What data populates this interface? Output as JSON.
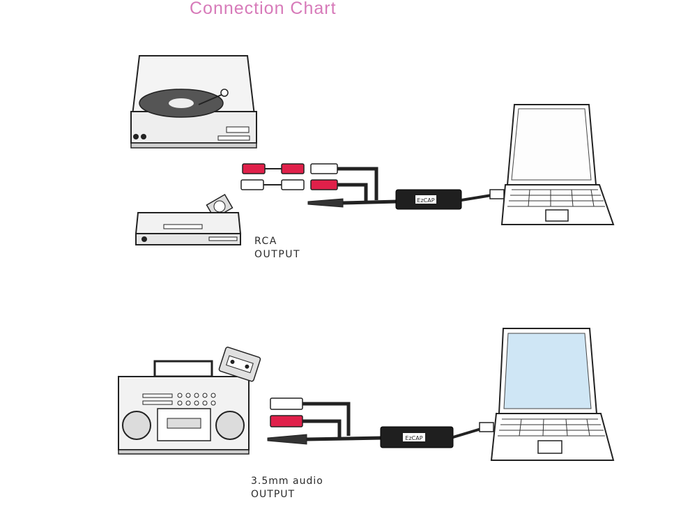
{
  "title": "Connection Chart",
  "diagram_a": {
    "line1": "RCA",
    "line2": "OUTPUT",
    "device_badge": "EzCAP"
  },
  "diagram_b": {
    "line1": "3.5mm audio",
    "line2": "OUTPUT",
    "device_badge": "EzCAP"
  },
  "colors": {
    "title": "#d77ab9",
    "red_plug": "#e0204a",
    "line": "#222222",
    "screen_blue": "#cfe6f5"
  }
}
